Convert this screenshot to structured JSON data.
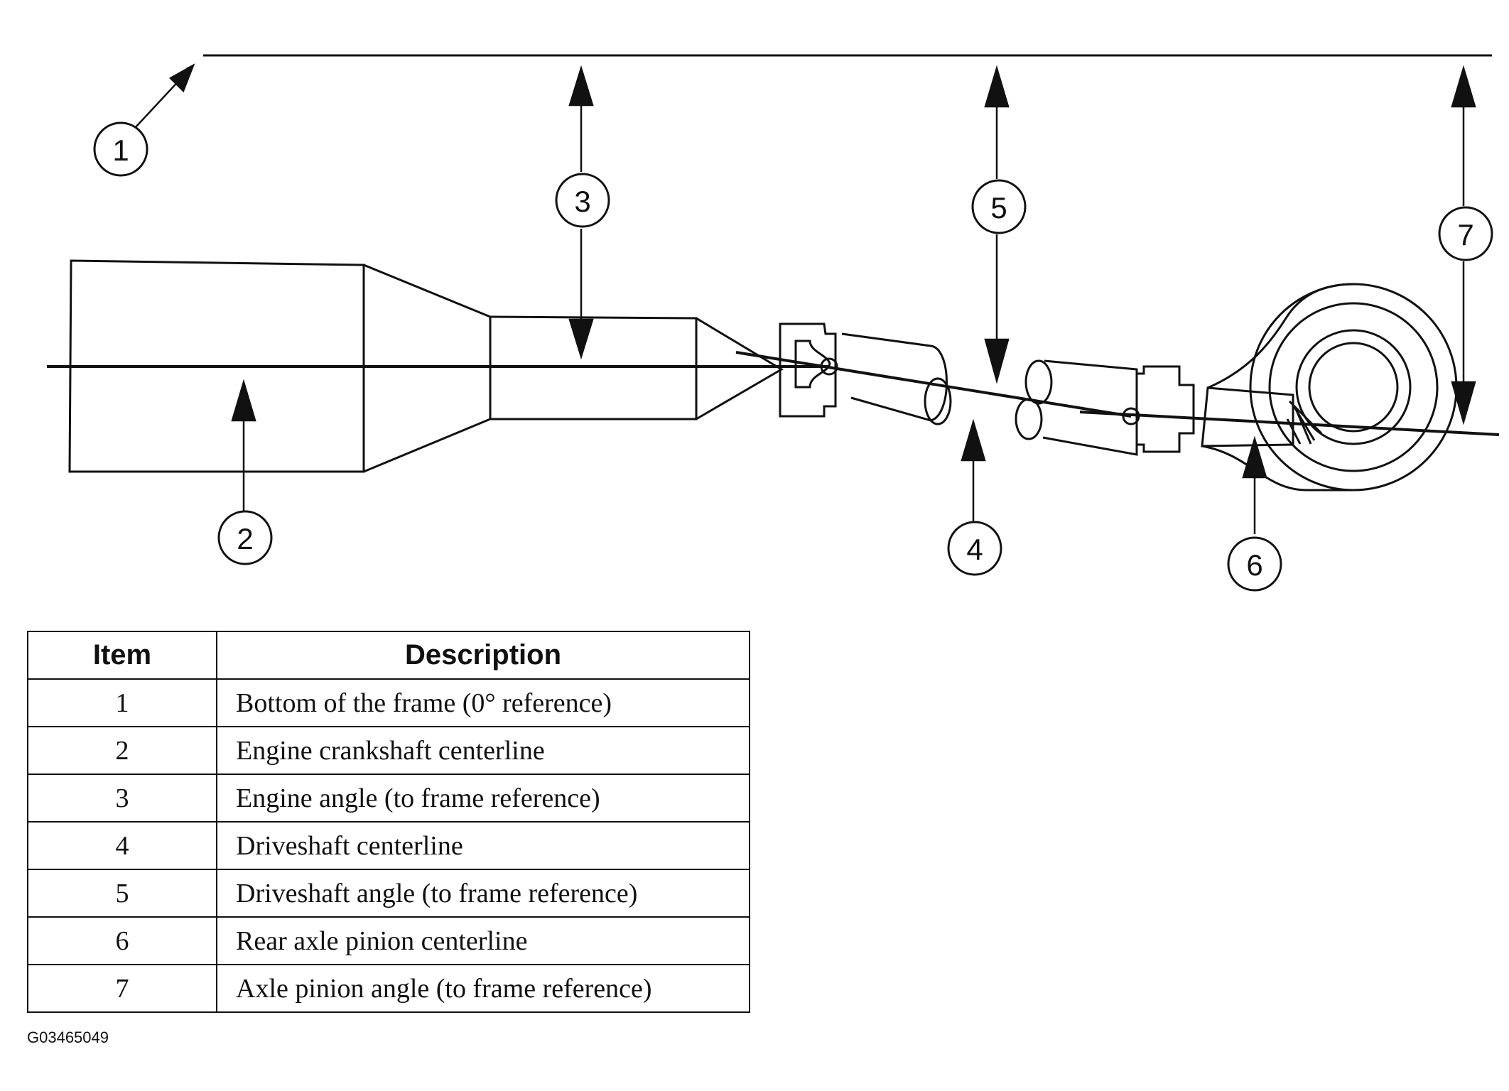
{
  "callouts": [
    {
      "id": "1"
    },
    {
      "id": "2"
    },
    {
      "id": "3"
    },
    {
      "id": "4"
    },
    {
      "id": "5"
    },
    {
      "id": "6"
    },
    {
      "id": "7"
    }
  ],
  "legend": {
    "headers": {
      "item": "Item",
      "description": "Description"
    },
    "rows": [
      {
        "item": "1",
        "description": "Bottom of the frame (0° reference)"
      },
      {
        "item": "2",
        "description": "Engine crankshaft centerline"
      },
      {
        "item": "3",
        "description": "Engine angle (to frame reference)"
      },
      {
        "item": "4",
        "description": "Driveshaft centerline"
      },
      {
        "item": "5",
        "description": "Driveshaft angle (to frame reference)"
      },
      {
        "item": "6",
        "description": "Rear axle pinion centerline"
      },
      {
        "item": "7",
        "description": "Axle pinion angle (to frame reference)"
      }
    ]
  },
  "figure_id": "G03465049"
}
